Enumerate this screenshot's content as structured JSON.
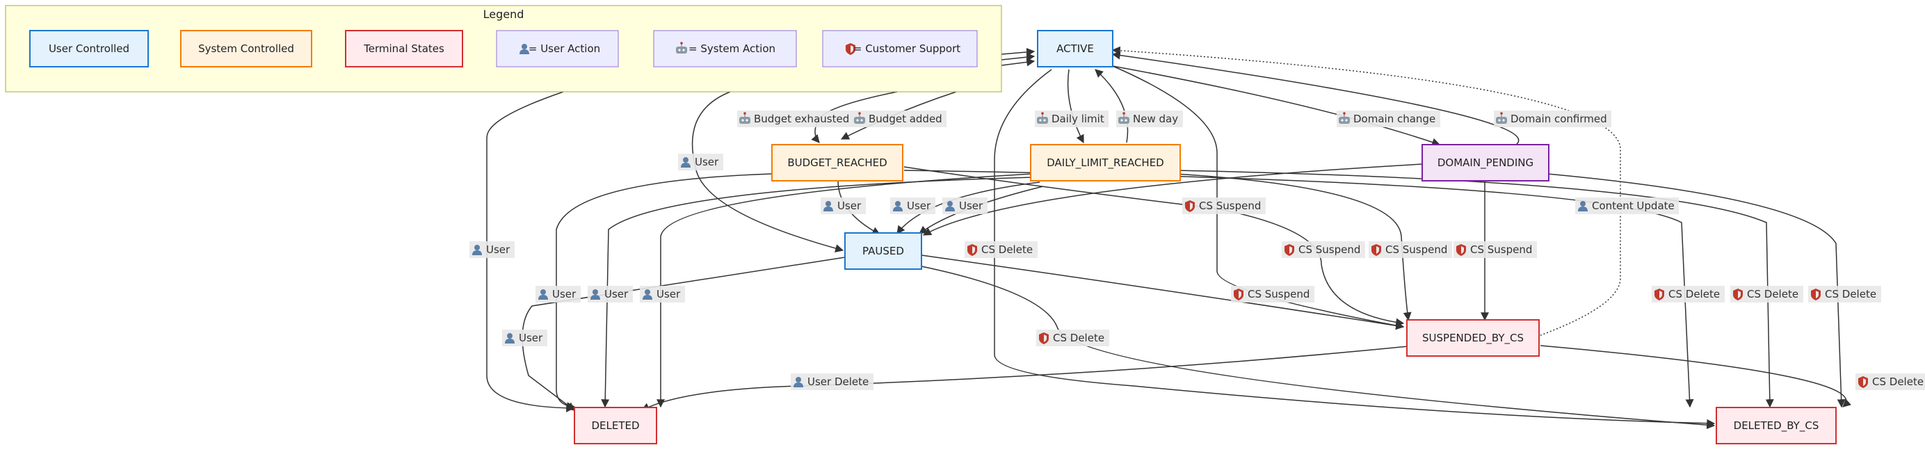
{
  "legend": {
    "title": "Legend",
    "items": [
      {
        "key": "user-controlled",
        "text": "User Controlled",
        "style": "user"
      },
      {
        "key": "system-controlled",
        "text": "System Controlled",
        "style": "system"
      },
      {
        "key": "terminal-states",
        "text": "Terminal States",
        "style": "terminal"
      },
      {
        "key": "user-action",
        "text": "= User Action",
        "style": "purple",
        "icon": "user-icon"
      },
      {
        "key": "system-action",
        "text": "= System Action",
        "style": "purple",
        "icon": "robot-icon"
      },
      {
        "key": "customer-support",
        "text": "= Customer Support",
        "style": "purple",
        "icon": "shield-icon"
      }
    ]
  },
  "colors": {
    "user_fill": "#e3f2fd",
    "user_stroke": "#1976d2",
    "system_fill": "#fff3e0",
    "system_stroke": "#f57c00",
    "terminal_fill": "#ffebee",
    "terminal_stroke": "#d32f2f",
    "pending_fill": "#f3e5f5",
    "pending_stroke": "#7b1fa2",
    "legend_bg": "#ffffde",
    "legend_border": "#aaaa33",
    "purple_fill": "#ececff",
    "purple_stroke": "#9370db"
  },
  "nodes": [
    {
      "id": "active",
      "text": "ACTIVE",
      "style": "user"
    },
    {
      "id": "budget_reached",
      "text": "BUDGET_REACHED",
      "style": "system"
    },
    {
      "id": "daily_limit_reached",
      "text": "DAILY_LIMIT_REACHED",
      "style": "system"
    },
    {
      "id": "domain_pending",
      "text": "DOMAIN_PENDING",
      "style": "pending"
    },
    {
      "id": "paused",
      "text": "PAUSED",
      "style": "user"
    },
    {
      "id": "suspended_by_cs",
      "text": "SUSPENDED_BY_CS",
      "style": "terminal"
    },
    {
      "id": "deleted",
      "text": "DELETED",
      "style": "terminal"
    },
    {
      "id": "deleted_by_cs",
      "text": "DELETED_BY_CS",
      "style": "terminal"
    }
  ],
  "edge_labels": [
    {
      "id": "lbl-budget-exhausted",
      "icon": "robot-icon",
      "text": "Budget exhausted"
    },
    {
      "id": "lbl-budget-added",
      "icon": "robot-icon",
      "text": "Budget added"
    },
    {
      "id": "lbl-daily-limit",
      "icon": "robot-icon",
      "text": "Daily limit"
    },
    {
      "id": "lbl-new-day",
      "icon": "robot-icon",
      "text": "New day"
    },
    {
      "id": "lbl-domain-change",
      "icon": "robot-icon",
      "text": "Domain change"
    },
    {
      "id": "lbl-domain-confirmed",
      "icon": "robot-icon",
      "text": "Domain confirmed"
    },
    {
      "id": "lbl-user-active-paused",
      "icon": "user-icon",
      "text": "User"
    },
    {
      "id": "lbl-user-budget-paused",
      "icon": "user-icon",
      "text": "User"
    },
    {
      "id": "lbl-user-daily-paused-1",
      "icon": "user-icon",
      "text": "User"
    },
    {
      "id": "lbl-user-daily-paused-2",
      "icon": "user-icon",
      "text": "User"
    },
    {
      "id": "lbl-cs-suspend-active",
      "icon": "shield-icon",
      "text": "CS Suspend"
    },
    {
      "id": "lbl-content-update",
      "icon": "user-icon",
      "text": "Content Update"
    },
    {
      "id": "lbl-user-active-deleted",
      "icon": "user-icon",
      "text": "User"
    },
    {
      "id": "lbl-cs-delete-paused",
      "icon": "shield-icon",
      "text": "CS Delete"
    },
    {
      "id": "lbl-cs-suspend-budget",
      "icon": "shield-icon",
      "text": "CS Suspend"
    },
    {
      "id": "lbl-cs-suspend-daily",
      "icon": "shield-icon",
      "text": "CS Suspend"
    },
    {
      "id": "lbl-cs-suspend-domain",
      "icon": "shield-icon",
      "text": "CS Suspend"
    },
    {
      "id": "lbl-user-deleted-1",
      "icon": "user-icon",
      "text": "User"
    },
    {
      "id": "lbl-user-deleted-2",
      "icon": "user-icon",
      "text": "User"
    },
    {
      "id": "lbl-user-deleted-3",
      "icon": "user-icon",
      "text": "User"
    },
    {
      "id": "lbl-cs-suspend-paused",
      "icon": "shield-icon",
      "text": "CS Suspend"
    },
    {
      "id": "lbl-cs-delete-budget",
      "icon": "shield-icon",
      "text": "CS Delete"
    },
    {
      "id": "lbl-cs-delete-daily",
      "icon": "shield-icon",
      "text": "CS Delete"
    },
    {
      "id": "lbl-cs-delete-domain",
      "icon": "shield-icon",
      "text": "CS Delete"
    },
    {
      "id": "lbl-user-deleted-4",
      "icon": "user-icon",
      "text": "User"
    },
    {
      "id": "lbl-cs-delete-active",
      "icon": "shield-icon",
      "text": "CS Delete"
    },
    {
      "id": "lbl-user-delete",
      "icon": "user-icon",
      "text": "User Delete"
    },
    {
      "id": "lbl-cs-delete-suspended",
      "icon": "shield-icon",
      "text": "CS Delete"
    }
  ]
}
